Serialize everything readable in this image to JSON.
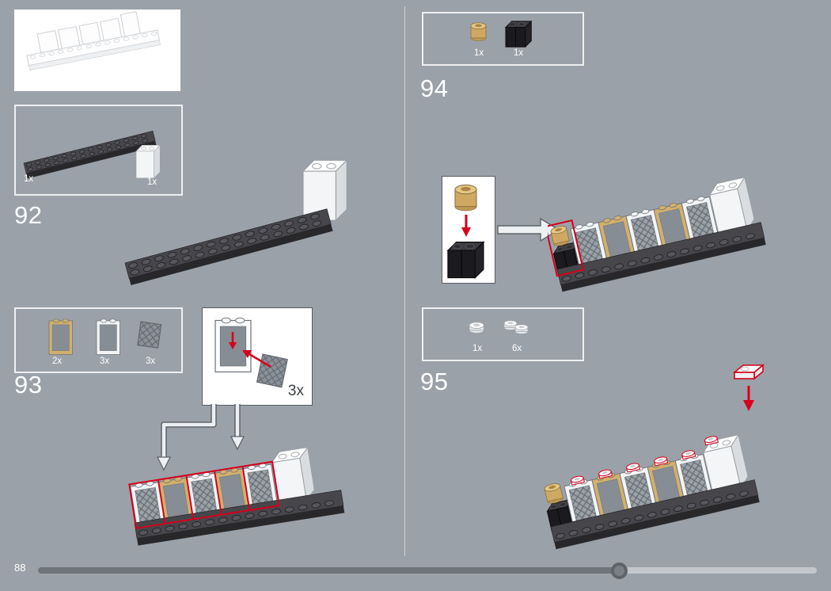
{
  "page": {
    "number": "88"
  },
  "colors": {
    "background": "#9ba1a8",
    "highlight_red": "#d6001c",
    "tan": "#d2b06c",
    "plate_gray": "#47474b",
    "white_part": "#f4f5f7",
    "black_part": "#1b1b1f"
  },
  "steps": {
    "s92": {
      "label": "92",
      "parts": [
        {
          "part": "dark-gray-plate-2x16",
          "count": "1x"
        },
        {
          "part": "white-panel-brick",
          "count": "1x"
        }
      ]
    },
    "s93": {
      "label": "93",
      "callout_count": "3x",
      "parts": [
        {
          "part": "tan-window-frame",
          "count": "2x"
        },
        {
          "part": "white-window-frame",
          "count": "3x"
        },
        {
          "part": "gray-lattice-pane",
          "count": "3x"
        }
      ]
    },
    "s94": {
      "label": "94",
      "parts": [
        {
          "part": "tan-round-brick-1x1",
          "count": "1x"
        },
        {
          "part": "black-brick-1x2",
          "count": "1x"
        }
      ]
    },
    "s95": {
      "label": "95",
      "parts": [
        {
          "part": "white-round-plate-1x1",
          "count": "1x"
        },
        {
          "part": "white-round-plate-1x1",
          "count": "6x"
        }
      ]
    }
  },
  "slider": {
    "progress_percent": 75
  }
}
